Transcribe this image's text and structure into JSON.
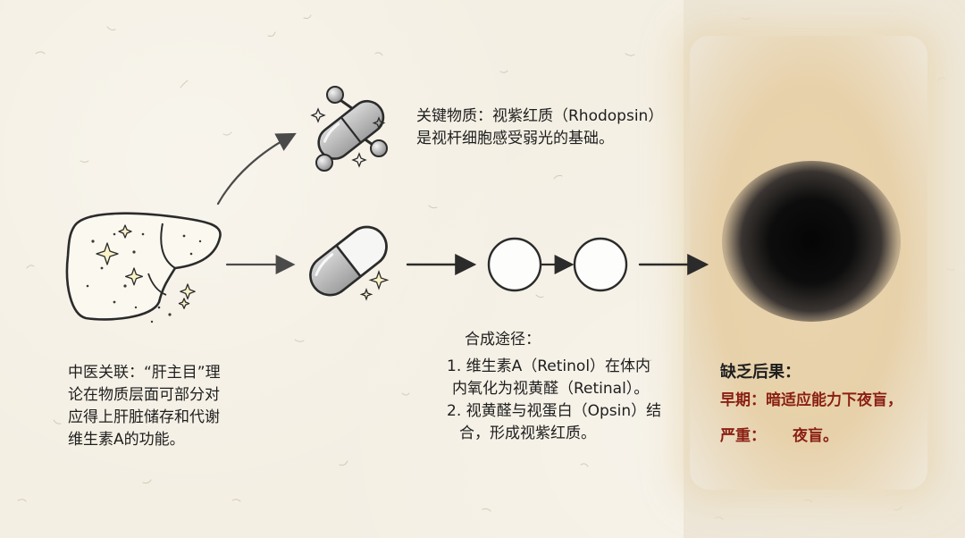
{
  "key_substance": {
    "line1": "关键物质：视紫红质（Rhodopsin）",
    "line2": "是视杆细胞感受弱光的基础。"
  },
  "tcm": {
    "line1": "中医关联：“肝主目”理",
    "line2": "论在物质层面可部分对",
    "line3": "应得上肝脏储存和代谢",
    "line4": "维生素A的功能。"
  },
  "pathway": {
    "title": "合成途径：",
    "step1_line1": "1. 维生素A（Retinol）在体内",
    "step1_line2": "内氧化为视黄醛（Retinal）。",
    "step2_line1": "2. 视黄醛与视蛋白（Opsin）结",
    "step2_line2": "合，形成视紫红质。"
  },
  "deficiency": {
    "title": "缺乏后果：",
    "early_label": "早期：",
    "early_text": "暗适应能力下夜盲，",
    "severe_label": "严重：",
    "severe_text": "夜盲。"
  },
  "icons": [
    "liver-icon",
    "molecule-capsule-icon",
    "capsule-icon",
    "circle-icon",
    "dark-spot-icon",
    "sparkle-icon",
    "arrow-icon"
  ],
  "colors": {
    "paper": "#f4efe3",
    "ink": "#1e1e1e",
    "stain": "#ead4ad",
    "emphasis_red": "#8a1f14"
  }
}
